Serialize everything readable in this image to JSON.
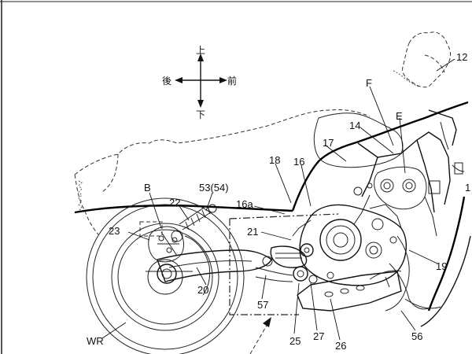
{
  "directions": {
    "up": "上",
    "down": "下",
    "rear": "後",
    "front": "前"
  },
  "labels": {
    "l12": "12",
    "lF": "F",
    "lE": "E",
    "l14": "14",
    "l17": "17",
    "l18": "18",
    "l16": "16",
    "l16a": "16a",
    "l53": "53(54)",
    "lB": "B",
    "l22": "22",
    "l23": "23",
    "l21": "21",
    "l20": "20",
    "l19": "19",
    "l1": "1",
    "l57": "57",
    "l25": "25",
    "l27": "27",
    "l26": "26",
    "l56": "56",
    "lWR": "WR"
  }
}
